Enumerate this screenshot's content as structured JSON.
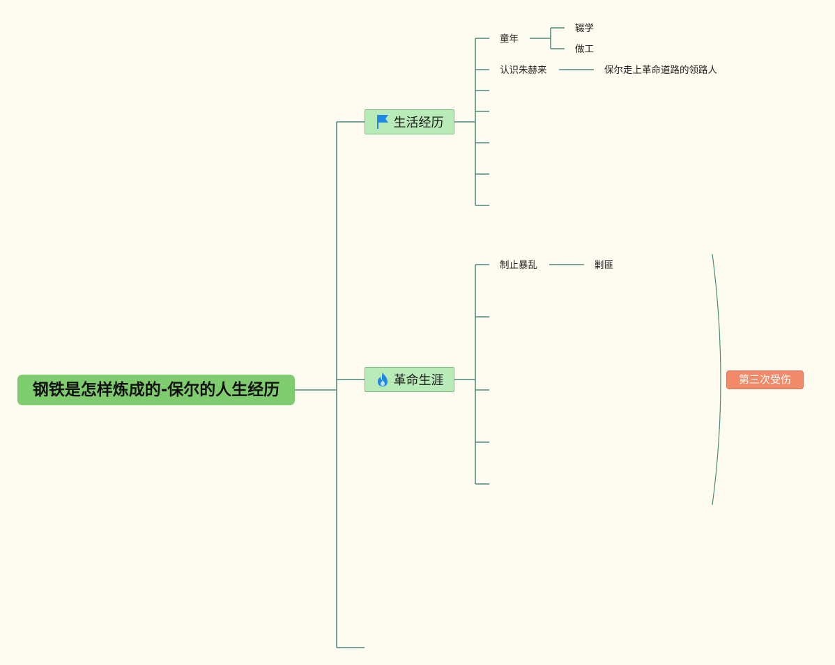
{
  "root": {
    "title": "钢铁是怎样炼成的-保尔的人生经历"
  },
  "topics": {
    "life": {
      "label": "生活经历",
      "icon": "flag-icon",
      "children": {
        "childhood": {
          "label": "童年",
          "children": [
            "辍学",
            "做工"
          ]
        },
        "meet_zhu": {
          "label": "认识朱赫来",
          "children": [
            "保尔走上革命道路的领路人"
          ]
        }
      }
    },
    "revolution": {
      "label": "革命生涯",
      "icon": "fire-icon",
      "children": {
        "stop_riot": {
          "label": "制止暴乱",
          "children": [
            "剿匪"
          ]
        }
      }
    }
  },
  "summary": {
    "label": "第三次受伤"
  },
  "colors": {
    "background": "#fefcf1",
    "connector": "#4a8a7a",
    "root_fill": "#7fcc6e",
    "topic_fill": "#b9ebb9",
    "summary_fill": "#f08a68",
    "flag": "#1e88e5",
    "fire": "#1e88e5"
  }
}
